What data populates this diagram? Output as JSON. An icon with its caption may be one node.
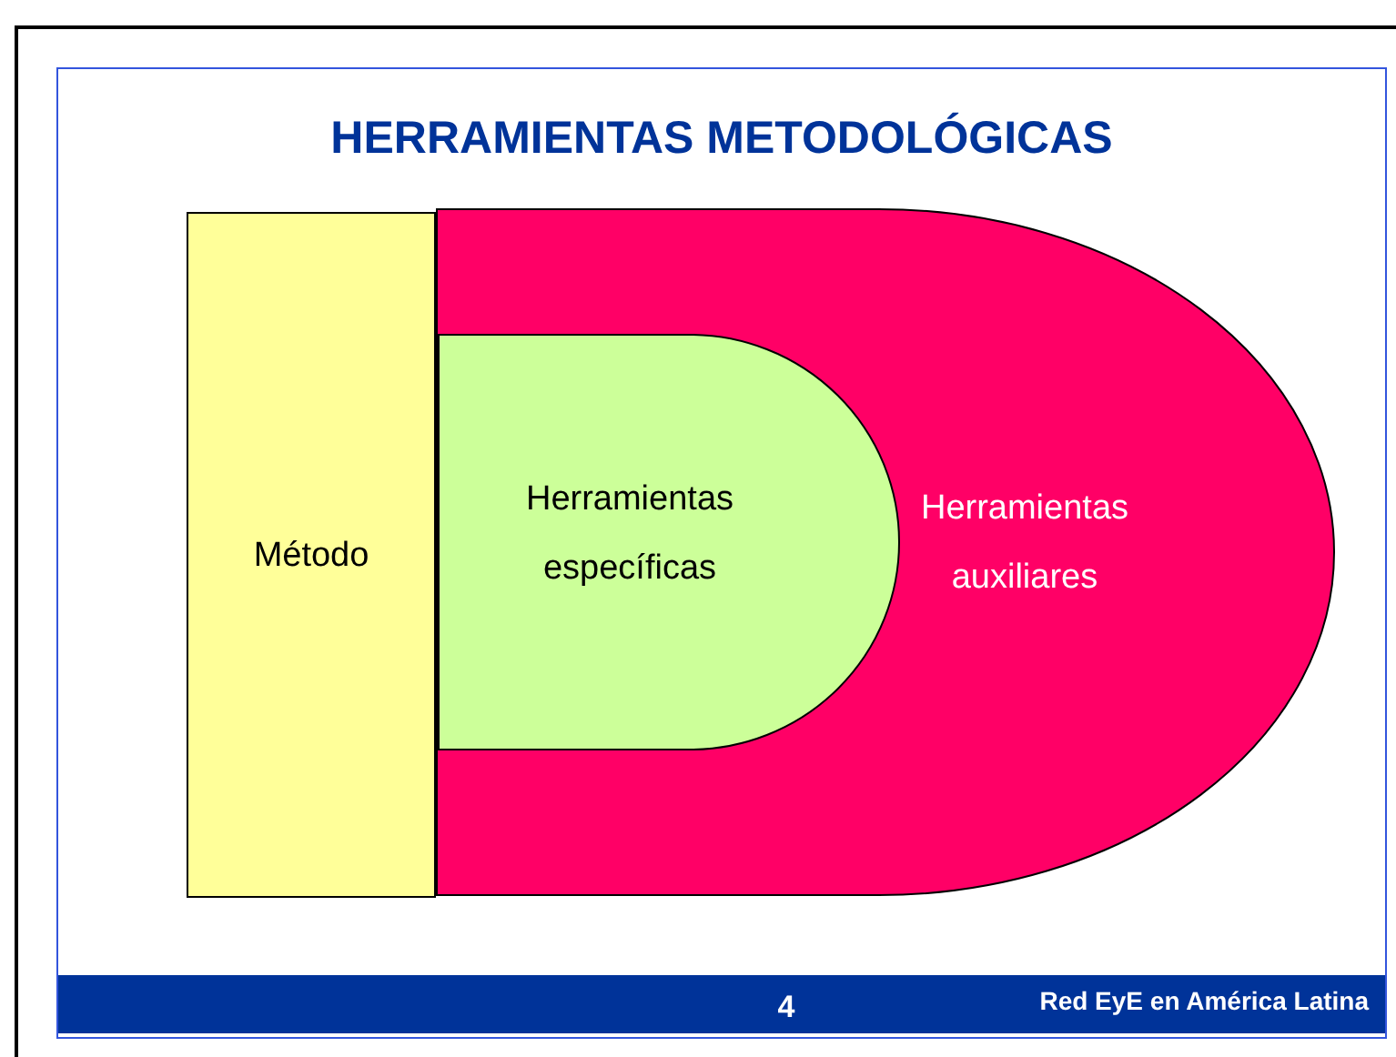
{
  "diagram": {
    "title": "HERRAMIENTAS METODOLÓGICAS",
    "nodes": [
      {
        "text": [
          "Método"
        ]
      },
      {
        "text": [
          "Herramientas auxiliares"
        ]
      },
      {
        "text": [
          "Herramientas específicas"
        ],
        "in": 1
      }
    ],
    "labels": [
      "4",
      "Red EyE en América Latina"
    ]
  }
}
